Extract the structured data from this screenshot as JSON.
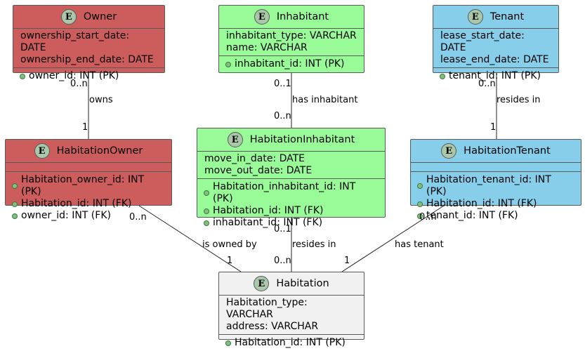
{
  "entities": {
    "owner": {
      "title": "Owner",
      "badge": "E",
      "attrs": [
        "ownership_start_date: DATE",
        "ownership_end_date: DATE"
      ],
      "keys": [
        "owner_id: INT (PK)"
      ]
    },
    "inhabitant": {
      "title": "Inhabitant",
      "badge": "E",
      "attrs": [
        "inhabitant_type: VARCHAR",
        "name: VARCHAR"
      ],
      "keys": [
        "inhabitant_id: INT (PK)"
      ]
    },
    "tenant": {
      "title": "Tenant",
      "badge": "E",
      "attrs": [
        "lease_start_date: DATE",
        "lease_end_date: DATE"
      ],
      "keys": [
        "tenant_id: INT (PK)"
      ]
    },
    "habitation_owner": {
      "title": "HabitationOwner",
      "badge": "E",
      "attrs": [],
      "keys": [
        "Habitation_owner_id: INT (PK)",
        "Habitation_id: INT (FK)",
        "owner_id: INT (FK)"
      ]
    },
    "habitation_inhabitant": {
      "title": "HabitationInhabitant",
      "badge": "E",
      "attrs": [
        "move_in_date: DATE",
        "move_out_date: DATE"
      ],
      "keys": [
        "Habitation_inhabitant_id: INT (PK)",
        "Habitation_id: INT (FK)",
        "inhabitant_id: INT (FK)"
      ]
    },
    "habitation_tenant": {
      "title": "HabitationTenant",
      "badge": "E",
      "attrs": [],
      "keys": [
        "Habitation_tenant_id: INT (PK)",
        "Habitation_id: INT (FK)",
        "tenant_id: INT (FK)"
      ]
    },
    "habitation": {
      "title": "Habitation",
      "badge": "E",
      "attrs": [
        "Habitation_type: VARCHAR",
        "address: VARCHAR"
      ],
      "keys": [
        "Habitation_id: INT (PK)"
      ]
    }
  },
  "relations": {
    "owns": {
      "label": "owns",
      "from_card": "0..n",
      "to_card": "1"
    },
    "has_inhabitant": {
      "label": "has inhabitant",
      "from_card": "0..1",
      "to_card": "0..n"
    },
    "resides_in_tenant": {
      "label": "resides in",
      "from_card": "0..n",
      "to_card": "1"
    },
    "is_owned_by": {
      "label": "is owned by",
      "from_card": "0..n",
      "to_card": "1"
    },
    "resides_in": {
      "label": "resides in",
      "from_card": "0..1",
      "to_card": "0..n"
    },
    "has_tenant": {
      "label": "has tenant",
      "from_card": "0..n",
      "to_card": "1"
    }
  },
  "colors": {
    "owner_group": "#cd5c5c",
    "inhabitant_group": "#98fb98",
    "tenant_group": "#87ceeb",
    "habitation": "#f1f1f1"
  }
}
